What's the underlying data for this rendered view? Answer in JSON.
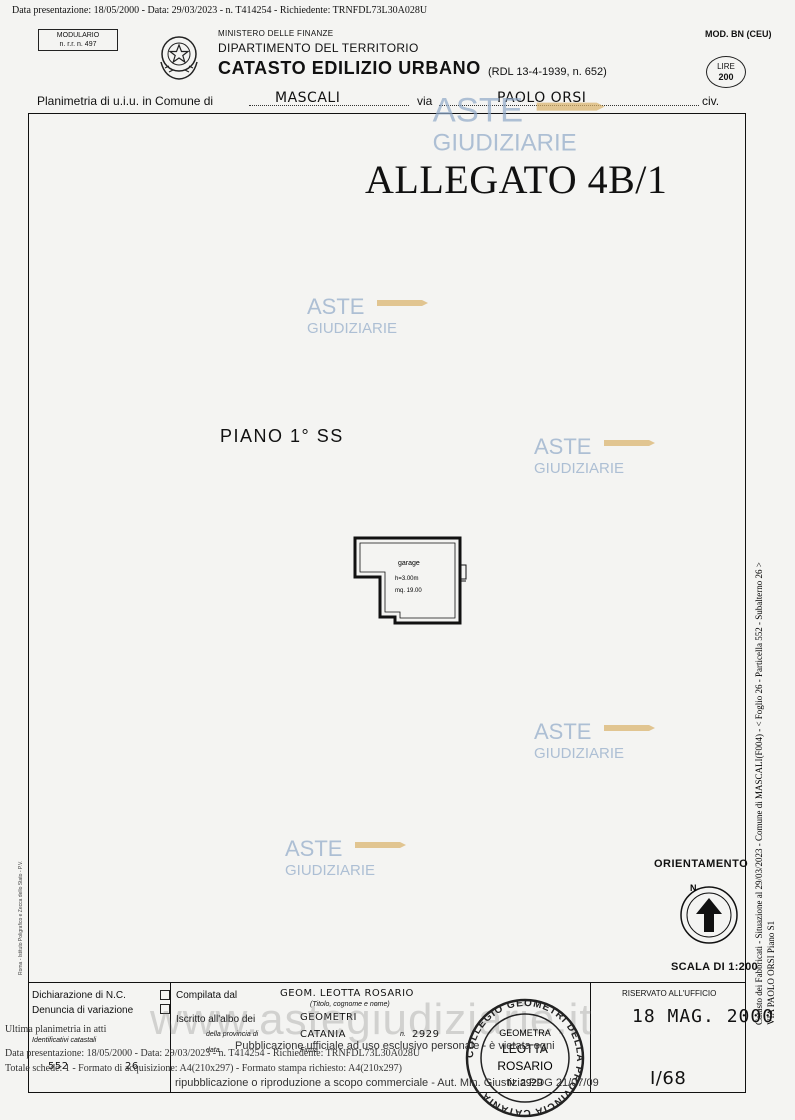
{
  "header": {
    "top_line": "Data presentazione: 18/05/2000 - Data: 29/03/2023 - n. T414254 - Richiedente: TRNFDL73L30A028U",
    "modulario_line1": "MODULARIO",
    "modulario_line2": "n. r.r. n. 497",
    "ministry": "MINISTERO DELLE FINANZE",
    "department": "DIPARTIMENTO DEL TERRITORIO",
    "catasto": "CATASTO EDILIZIO URBANO",
    "rdl": "(RDL 13-4-1939, n. 652)",
    "mod_bn": "MOD. BN (CEU)",
    "lire_label": "LIRE",
    "lire_value": "200"
  },
  "title_row": {
    "planimetria": "Planimetria di u.i.u. in Comune di",
    "comune": "MASCALI",
    "via_label": "via",
    "via_value": "PAOLO ORSI",
    "civ_label": "civ."
  },
  "drawing": {
    "allegato": "ALLEGATO 4B/1",
    "piano": "PIANO 1° SS",
    "room_name": "garage",
    "room_height": "h=3.00m",
    "room_area": "mq. 19.00"
  },
  "orientation": {
    "label": "ORIENTAMENTO",
    "north": "N",
    "scale": "SCALA DI 1:200"
  },
  "right_vertical": {
    "line1": "Catasto dei Fabbricati - Situazione al 29/03/2023 - Comune di MASCALI(F004) - < Foglio 26 - Particella 552 - Subalterno 26 >",
    "line2": "VIA PAOLO ORSI Piano S1"
  },
  "left_vertical": "Roma - Istituto Poligrafico e Zecca dello Stato - P.V.",
  "footer": {
    "dichiarazione": "Dichiarazione di N.C.",
    "denuncia": "Denuncia di variazione",
    "identificativi": "Identificativi catastali",
    "compilata": "Compilata dal",
    "compilata_value": "GEOM. LEOTTA ROSARIO",
    "titolo_hint": "(Titolo, cognome e nome)",
    "iscritto": "Iscritto all'albo dei",
    "iscritto_value": "GEOMETRI",
    "provincia": "della provincia di",
    "provincia_value": "CATANIA",
    "numero_label": "n.",
    "numero_value": "2929",
    "data_label": "data",
    "firma_label": "Firma",
    "riservato": "RISERVATO ALL'UFFICIO",
    "stamp_date": "18 MAG. 2000",
    "page_ref": "I/68",
    "foglio_value": "26",
    "particella_value": "552"
  },
  "overlay": {
    "ultima": "Ultima planimetria in atti",
    "data_line": "Data presentazione: 18/05/2000 - Data: 29/03/2023 - n. T414254 - Richiedente: TRNFDL73L30A028U",
    "totale_line": "Totale schede: 1 - Formato di acquisizione: A4(210x297) - Formato stampa richiesto: A4(210x297)",
    "pubblicazione_1": "Pubblicazione ufficiale ad uso esclusivo personale - è vietata ogni",
    "pubblicazione_2": "ripubblicazione o riproduzione a scopo commerciale - Aut. Min. Giustizia PDG 21/07/09"
  },
  "stamp": {
    "ring_text": "COLLEGIO GEOMETRI DELLA PROVINCIA CATANIA",
    "line1": "GEOMETRA",
    "line2": "LEOTTA",
    "line3": "ROSARIO",
    "line4": "N. 2929"
  },
  "watermarks": {
    "brand_top": "ASTE",
    "brand_bottom": "GIUDIZIARIE",
    "site": "www.astegiudiziarie.it"
  },
  "colors": {
    "watermark_blue": "#8fa8c8",
    "watermark_gold": "#d8b068"
  }
}
